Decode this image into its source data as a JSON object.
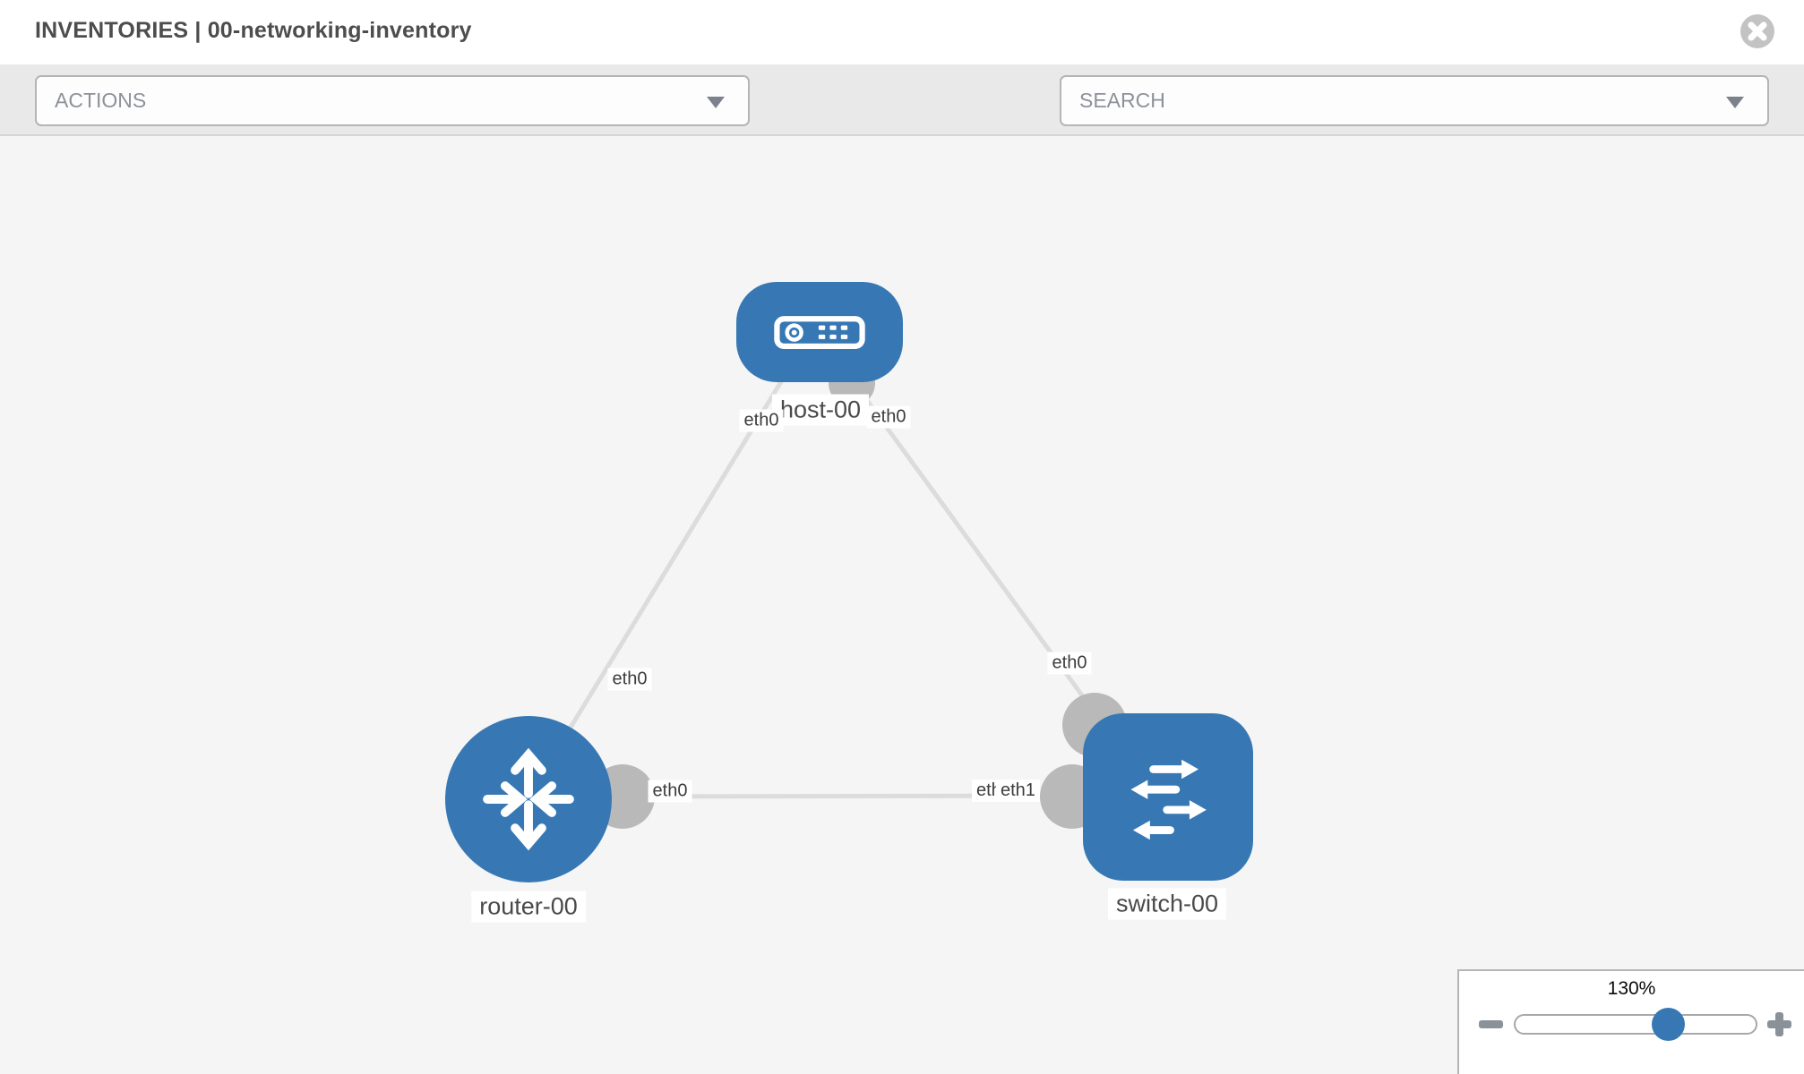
{
  "header": {
    "title": "INVENTORIES | 00-networking-inventory"
  },
  "toolbar": {
    "actions": {
      "placeholder": "ACTIONS"
    },
    "search": {
      "placeholder": "SEARCH"
    }
  },
  "icons": {
    "close": "x-in-circle",
    "wrench": "wrench",
    "key": "key",
    "actions_caret": "chevron-down",
    "search_caret": "chevron-down",
    "zoom_out": "minus",
    "zoom_in": "plus"
  },
  "colors": {
    "node_fill": "#3778b4",
    "link_stroke": "#dcdcdc",
    "endpoint_fill": "#b9b9b9",
    "canvas_bg": "#f5f5f5",
    "toolbar_bg": "#e9e9e9",
    "zoom_handle": "#3778b4"
  },
  "topology": {
    "nodes": {
      "host": {
        "label": "host-00",
        "type": "host"
      },
      "router": {
        "label": "router-00",
        "type": "router"
      },
      "switch": {
        "label": "switch-00",
        "type": "switch"
      }
    },
    "interfaces": {
      "host_left": "eth0",
      "host_right": "eth0",
      "router_link_mid": "eth0",
      "router_right": "eth0",
      "switch_top": "eth0",
      "switch_left_under": "eth0",
      "switch_left_over": "eth1"
    },
    "links": [
      {
        "from": "host-00",
        "to": "router-00",
        "from_if": "eth0",
        "to_if": "eth0"
      },
      {
        "from": "host-00",
        "to": "switch-00",
        "from_if": "eth0",
        "to_if": "eth0"
      },
      {
        "from": "router-00",
        "to": "switch-00",
        "from_if": "eth0",
        "to_if": "eth1"
      }
    ]
  },
  "zoom": {
    "level": "130%"
  }
}
